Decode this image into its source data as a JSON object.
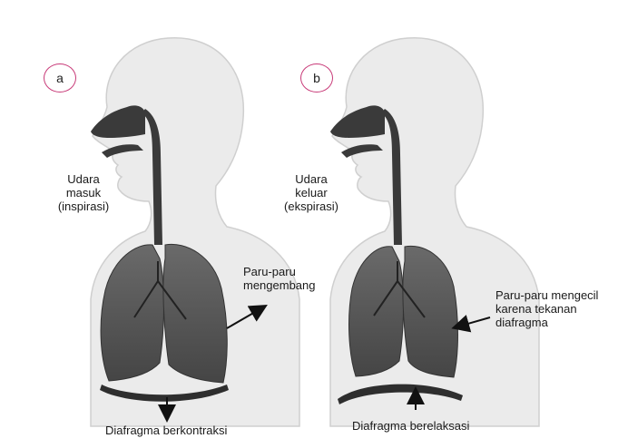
{
  "header_fragment": "",
  "panel_a": {
    "badge": "a",
    "air_label": [
      "Udara",
      "masuk",
      "(inspirasi)"
    ],
    "lung_label": [
      "Paru-paru",
      "mengembang"
    ],
    "diaphragm_label": "Diafragma berkontraksi"
  },
  "panel_b": {
    "badge": "b",
    "air_label": [
      "Udara",
      "keluar",
      "(ekspirasi)"
    ],
    "lung_label": [
      "Paru-paru mengecil",
      "karena tekanan",
      "diafragma"
    ],
    "diaphragm_label": "Diafragma berelaksasi"
  },
  "colors": {
    "silhouette": "#ebebeb",
    "silhouette_edge": "#c8c8c8",
    "lung": "#555555",
    "airway": "#3a3a3a",
    "diaphragm": "#2e2e2e",
    "badge_ring": "#c83a78",
    "arrow": "#111111"
  }
}
